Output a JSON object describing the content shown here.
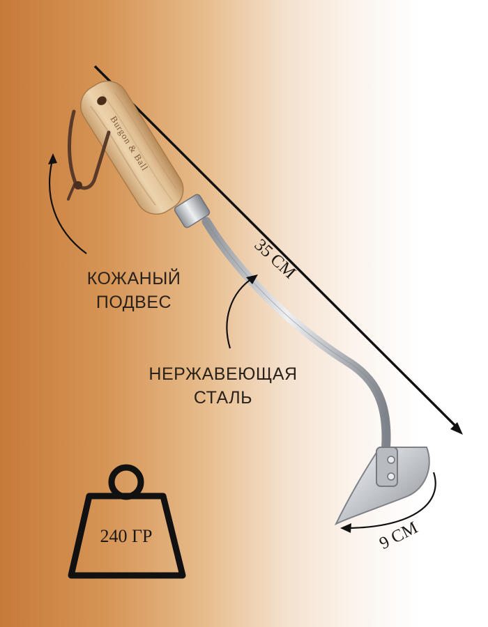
{
  "labels": {
    "leather_line1": "КОЖАНЫЙ",
    "leather_line2": "ПОДВЕС",
    "steel_line1": "НЕРЖАВЕЮЩАЯ",
    "steel_line2": "СТАЛЬ",
    "length": "35 СМ",
    "blade_width": "9 СМ",
    "weight": "240 ГР"
  },
  "handle_brand": "Burgon & Ball",
  "colors": {
    "background_left": "#c67a3a",
    "background_right": "#ffffff",
    "wood": "#e2c39a",
    "steel": "#c9ccd1",
    "ink": "#1d1813"
  },
  "icons": {
    "weight": "kettlebell-weight-icon",
    "leather_strap": "leather-hanging-strap-icon"
  }
}
